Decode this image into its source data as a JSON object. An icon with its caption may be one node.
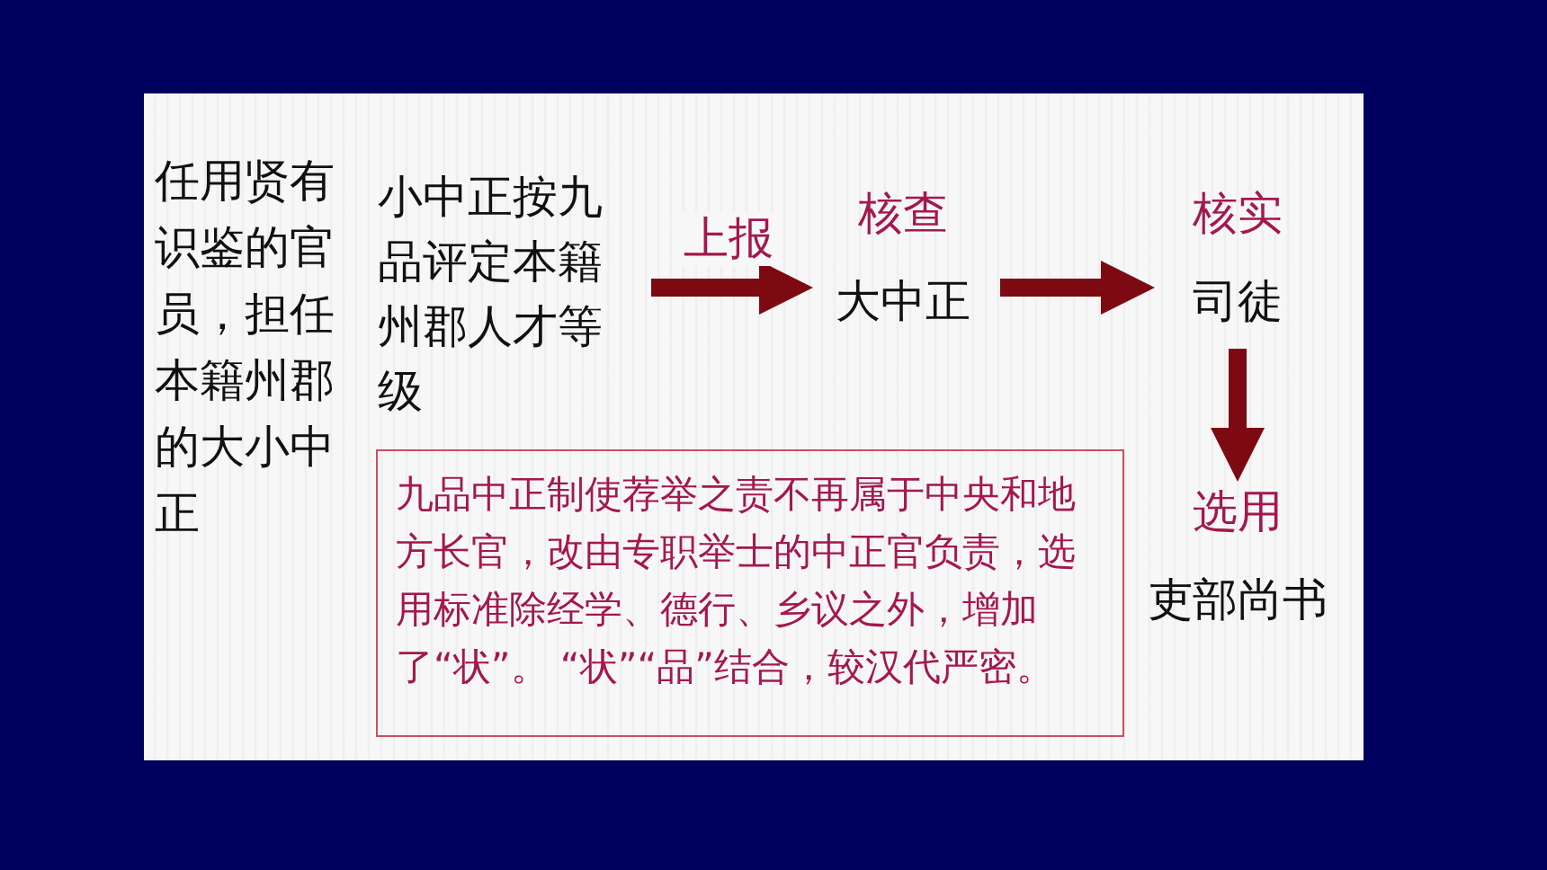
{
  "diagram": {
    "nodes": [
      {
        "text": [
          "小中正按九品评定本籍州郡人才等级"
        ]
      },
      {
        "text": [
          "核查",
          "大中正"
        ]
      },
      {
        "text": [
          "核实",
          "司徒"
        ]
      },
      {
        "text": [
          "选用",
          "吏部尚书"
        ]
      },
      {
        "text": [
          "九品中正制使荐举之责不再属于中央和地方长官，改由专职举士的中正官负责，选用标准除经学、德行、乡议之外，增加了“状”。 “状”“品”结合，较汉代严密。"
        ]
      }
    ],
    "edges": [
      {
        "from": 0,
        "to": 1,
        "arrow": "to",
        "label": "上报"
      },
      {
        "from": 1,
        "to": 2,
        "arrow": "to"
      },
      {
        "from": 2,
        "to": 3,
        "arrow": "to"
      }
    ],
    "labels": [
      "任用贤有识鉴的官员，担任本籍州郡的大小中正"
    ]
  }
}
